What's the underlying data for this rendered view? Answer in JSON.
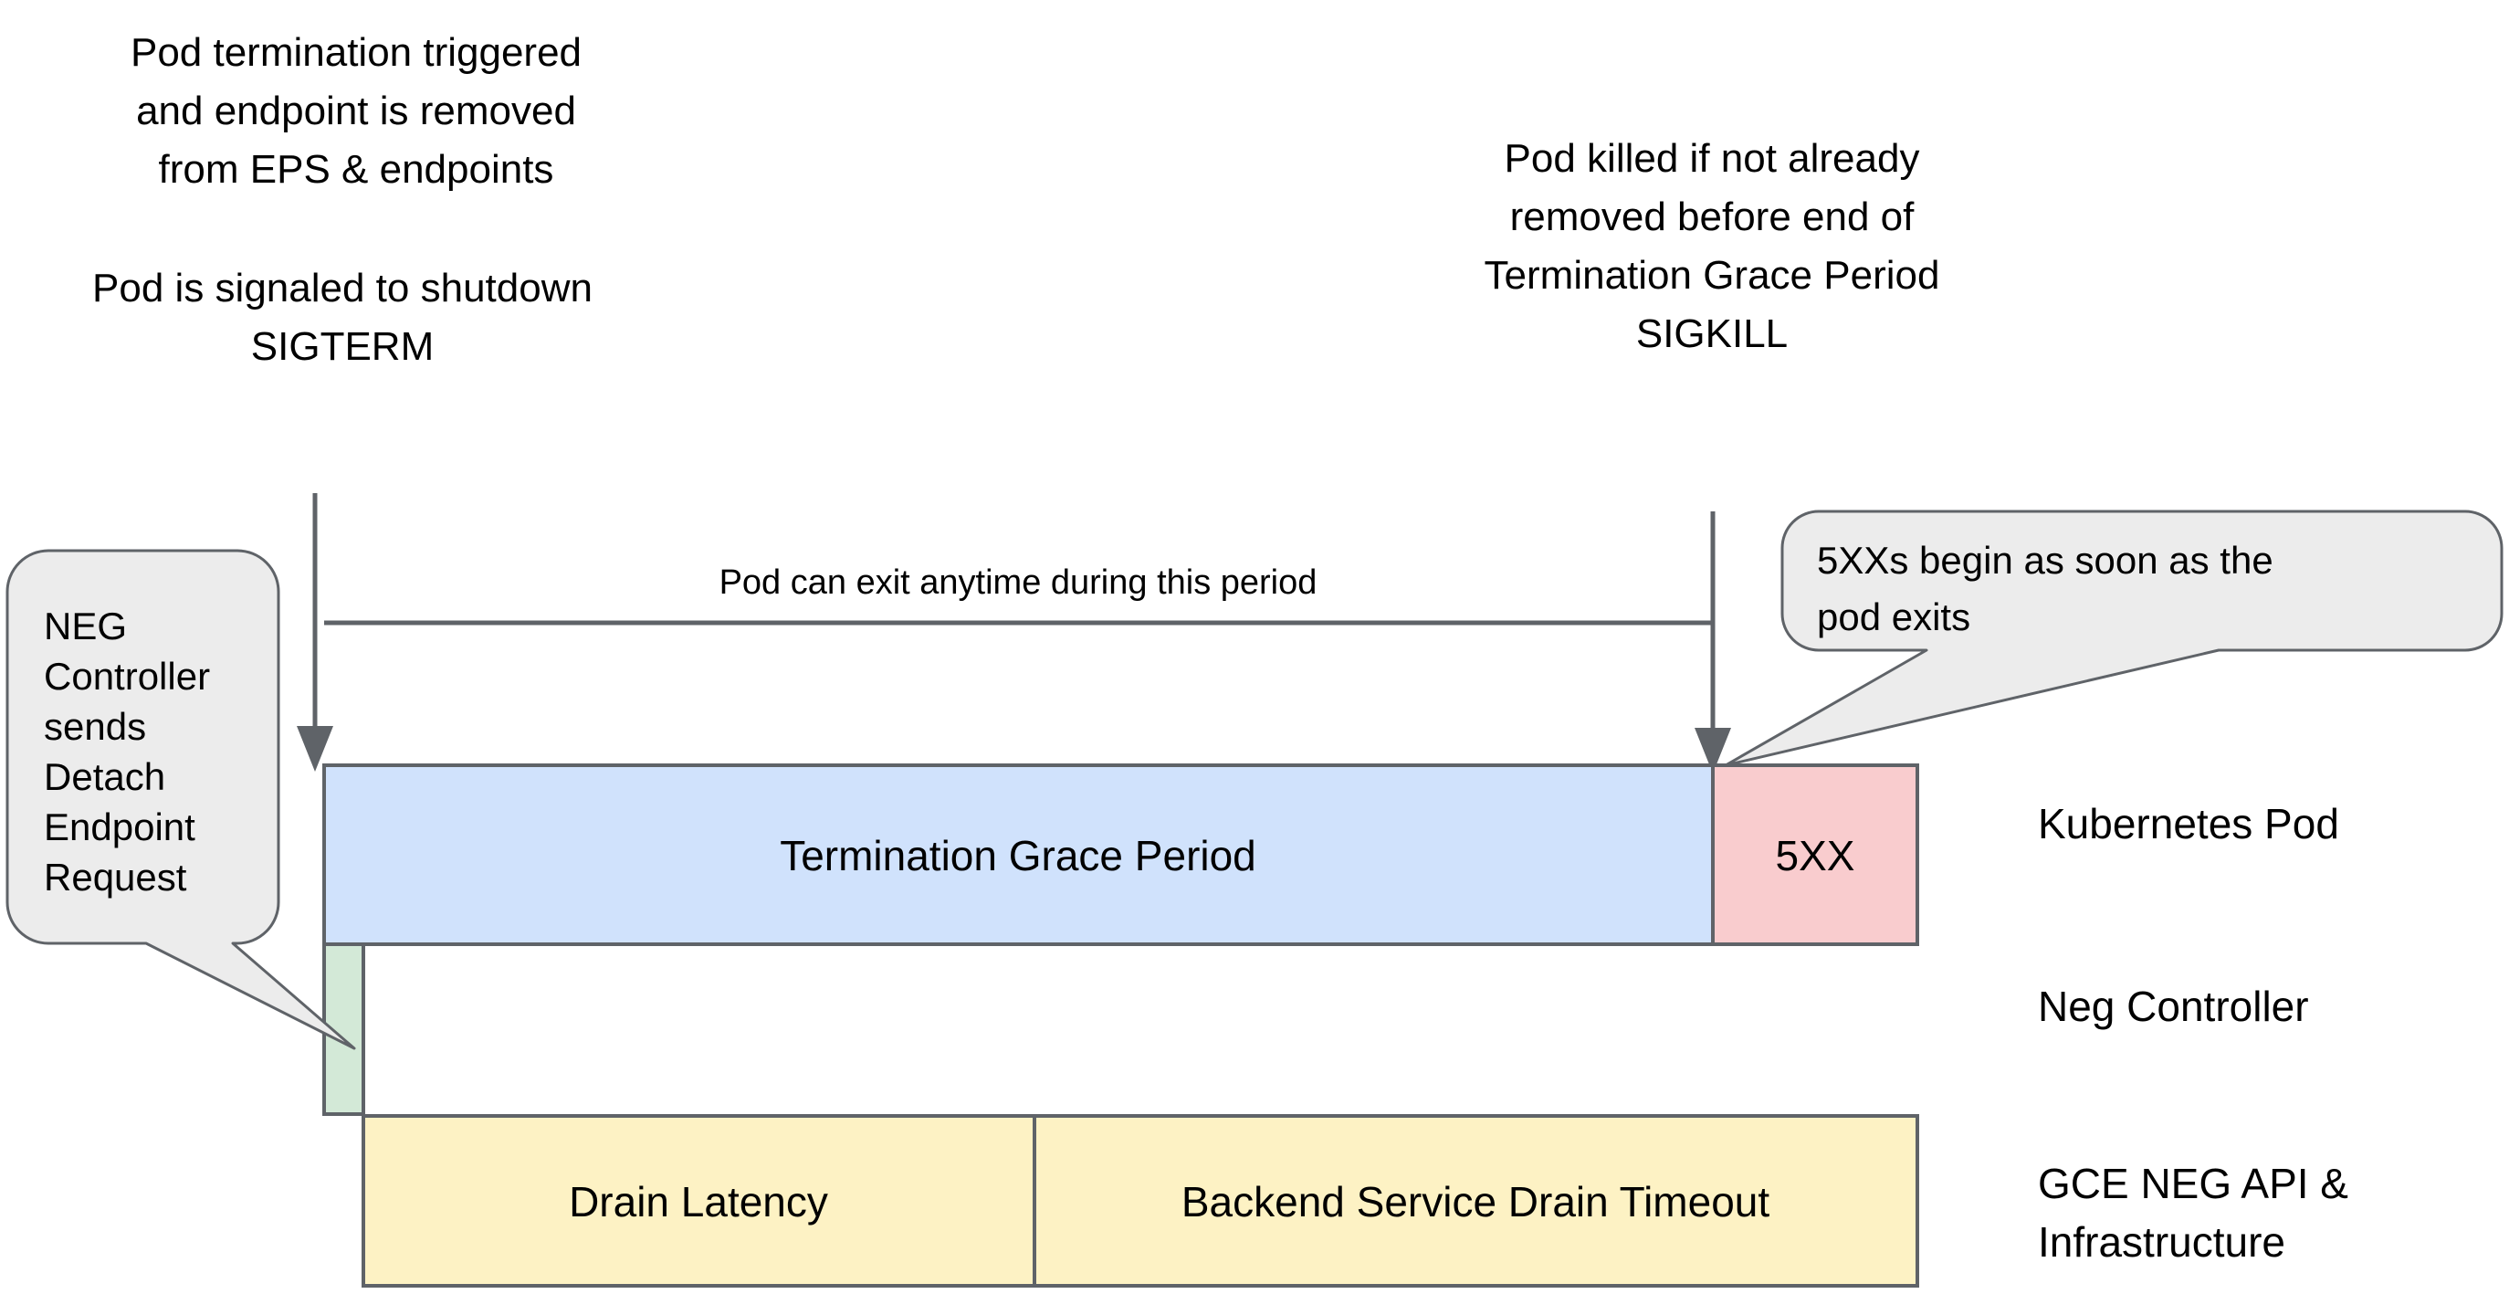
{
  "notes": {
    "top_left": {
      "name": "pod-termination-note",
      "lines": [
        "Pod termination triggered",
        "and endpoint is removed",
        "from EPS & endpoints"
      ]
    },
    "top_left_second": {
      "name": "sigterm-note",
      "lines": [
        "Pod is signaled to shutdown",
        "SIGTERM"
      ]
    },
    "top_right": {
      "name": "sigkill-note",
      "lines": [
        "Pod killed if not already",
        "removed before end of",
        "Termination Grace Period",
        "SIGKILL"
      ]
    }
  },
  "span_note": {
    "label": "Pod can exit anytime during this period"
  },
  "callouts": {
    "neg_controller": {
      "lines": [
        "NEG",
        "Controller",
        "sends",
        "Detach",
        "Endpoint",
        "Request"
      ]
    },
    "five_xx": {
      "lines": [
        "5XXs begin as soon as the",
        "pod exits"
      ]
    }
  },
  "rows": [
    {
      "label": "Kubernetes Pod",
      "bars": [
        {
          "label": "Termination Grace Period",
          "color": "#d0e2fc"
        },
        {
          "label": "5XX",
          "color": "#f9ccce"
        }
      ]
    },
    {
      "label": "Neg Controller",
      "bars": [
        {
          "label": "",
          "color": "#d3e9d7"
        }
      ]
    },
    {
      "label": "GCE NEG API & Infrastructure",
      "label_lines": [
        "GCE NEG API &",
        "Infrastructure"
      ],
      "bars": [
        {
          "label": "Drain Latency",
          "color": "#fdf2c4"
        },
        {
          "label": "Backend Service Drain Timeout",
          "color": "#fdf2c4"
        }
      ]
    }
  ],
  "colors": {
    "blue": "#d0e2fc",
    "pink": "#f9ccce",
    "green": "#d3e9d7",
    "yellow": "#fdf2c4",
    "stroke": "#5f6368",
    "callout_fill": "#ececec",
    "background": "#ffffff"
  }
}
